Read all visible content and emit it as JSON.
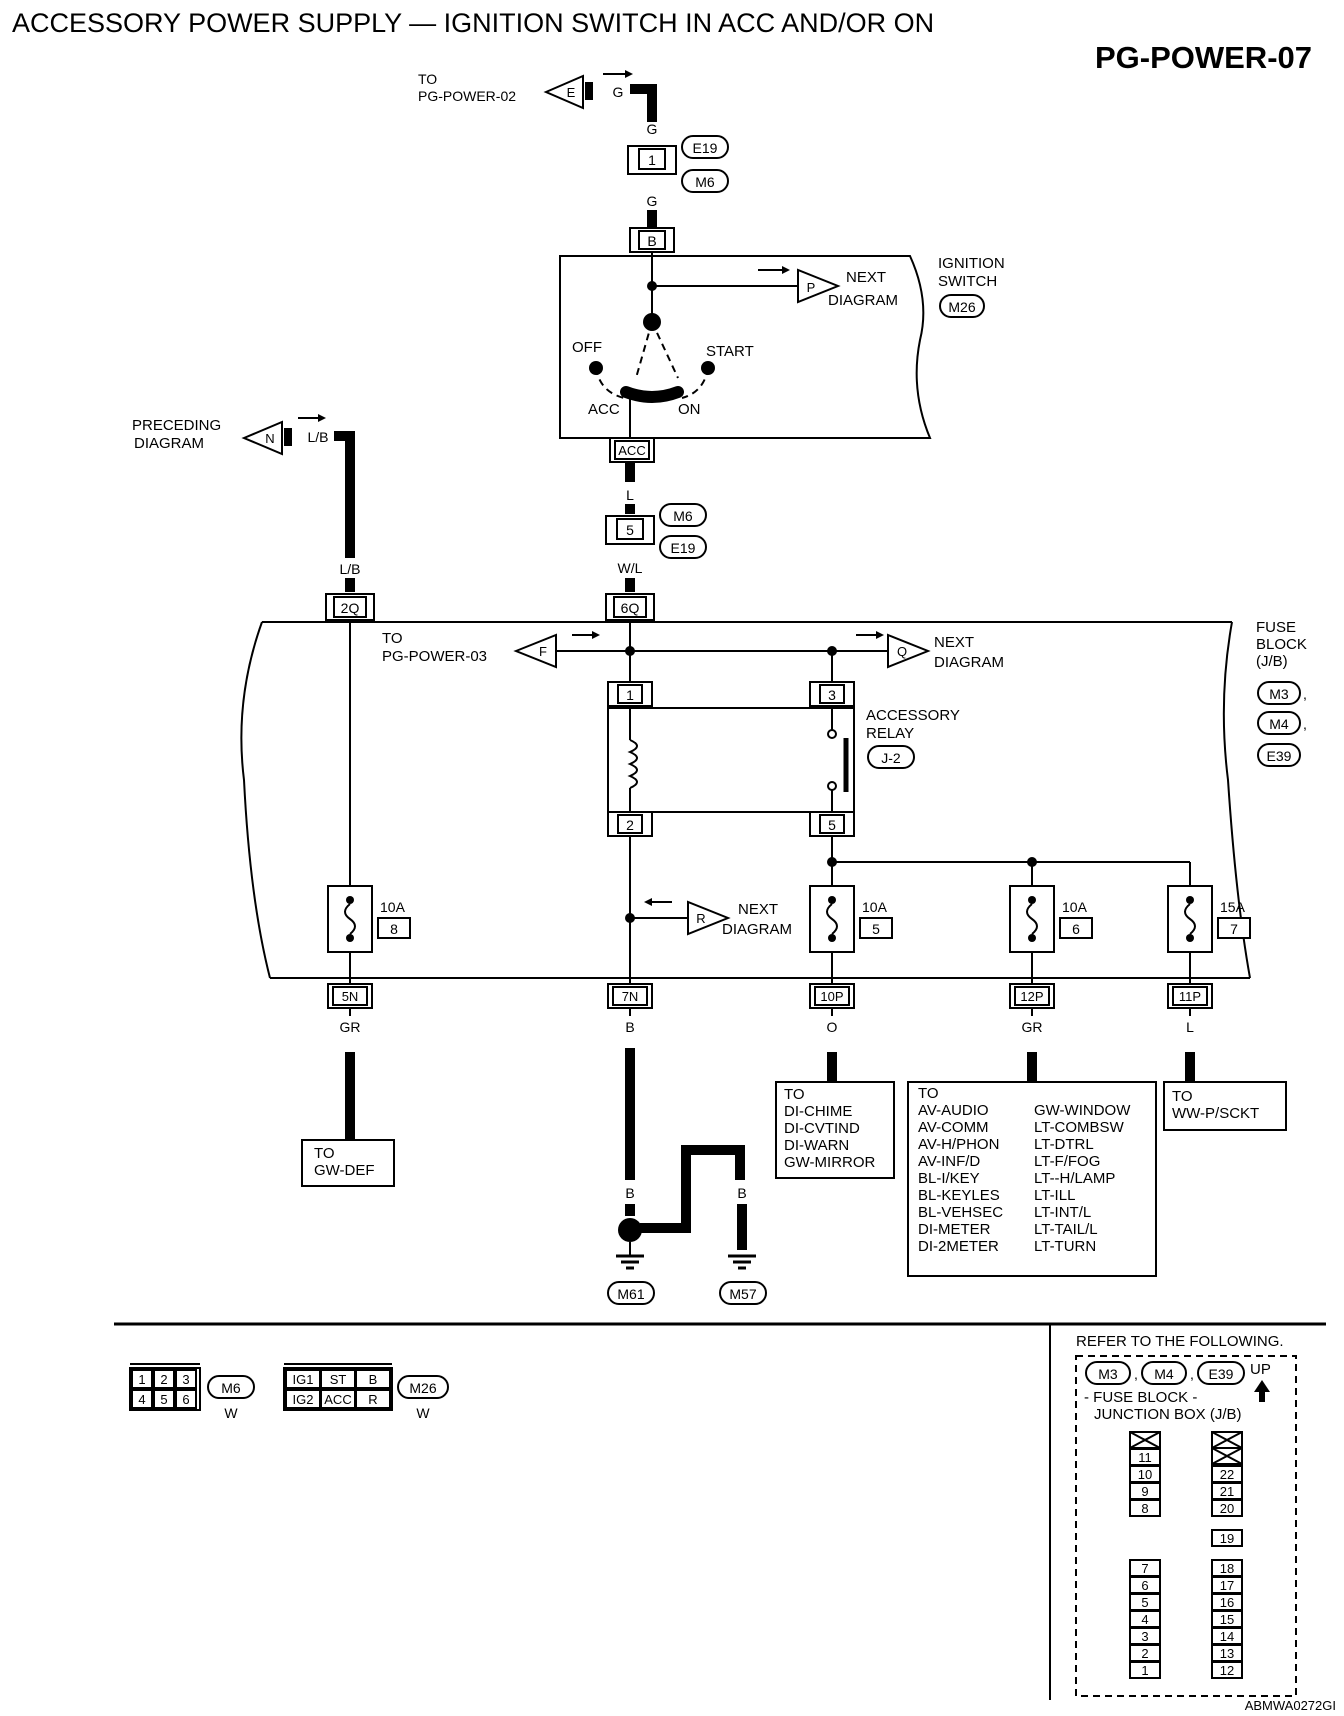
{
  "header": {
    "title": "ACCESSORY POWER SUPPLY — IGNITION SWITCH IN ACC AND/OR ON",
    "page_code": "PG-POWER-07"
  },
  "top_link": {
    "to": "TO",
    "page": "PG-POWER-02",
    "letter": "E",
    "wire": "G"
  },
  "connectors": {
    "e19_m6": {
      "pin": "1",
      "conn_a": "E19",
      "conn_b": "M6",
      "wire_above": "G",
      "wire_below": "G"
    },
    "m6_e19": {
      "pin": "5",
      "conn_a": "M6",
      "conn_b": "E19",
      "wire_above": "L",
      "wire_below": "W/L"
    }
  },
  "ignition_switch": {
    "name_line1": "IGNITION",
    "name_line2": "SWITCH",
    "conn": "M26",
    "terminal_b": "B",
    "terminal_acc": "ACC",
    "pos_off": "OFF",
    "pos_start": "START",
    "pos_acc": "ACC",
    "pos_on": "ON",
    "next_letter": "P",
    "next_line1": "NEXT",
    "next_line2": "DIAGRAM"
  },
  "preceding": {
    "line1": "PRECEDING",
    "line2": "DIAGRAM",
    "letter": "N",
    "wire": "L/B"
  },
  "fuse_block": {
    "line1": "FUSE",
    "line2": "BLOCK",
    "line3": "(J/B)",
    "conns": [
      "M3",
      "M4",
      "E39"
    ],
    "term_2q": "2Q",
    "term_6q": "6Q",
    "wire_2q": "L/B",
    "wire_6q": "W/L",
    "to_left": "TO",
    "page_left": "PG-POWER-03",
    "letter_f": "F",
    "letter_q": "Q",
    "next_q_line1": "NEXT",
    "next_q_line2": "DIAGRAM",
    "letter_r": "R",
    "next_r_line1": "NEXT",
    "next_r_line2": "DIAGRAM"
  },
  "relay": {
    "line1": "ACCESSORY",
    "line2": "RELAY",
    "code": "J-2",
    "pins": [
      "1",
      "3",
      "2",
      "5"
    ]
  },
  "fuses": [
    {
      "amp": "10A",
      "num": "8",
      "term": "5N",
      "wire": "GR"
    },
    {
      "amp": "10A",
      "num": "5",
      "term": "10P",
      "wire": "O"
    },
    {
      "amp": "10A",
      "num": "6",
      "term": "12P",
      "wire": "GR"
    },
    {
      "amp": "15A",
      "num": "7",
      "term": "11P",
      "wire": "L"
    }
  ],
  "ground_path": {
    "term": "7N",
    "wire": "B",
    "wire_b1": "B",
    "wire_b2": "B",
    "wire_b3": "B",
    "gnd1": "M61",
    "gnd2": "M57"
  },
  "destinations": {
    "gw_def": [
      "TO",
      "GW-DEF"
    ],
    "di_list": [
      "TO",
      "DI-CHIME",
      "DI-CVTIND",
      "DI-WARN",
      "GW-MIRROR"
    ],
    "big_left": [
      "TO",
      "AV-AUDIO",
      "AV-COMM",
      "AV-H/PHON",
      "AV-INF/D",
      "BL-I/KEY",
      "BL-KEYLES",
      "BL-VEHSEC",
      "DI-METER",
      "DI-2METER"
    ],
    "big_right": [
      "GW-WINDOW",
      "LT-COMBSW",
      "LT-DTRL",
      "LT-F/FOG",
      "LT--H/LAMP",
      "LT-ILL",
      "LT-INT/L",
      "LT-TAIL/L",
      "LT-TURN"
    ],
    "ww": [
      "TO",
      "WW-P/SCKT"
    ]
  },
  "legend_m6": {
    "cells": [
      "1",
      "2",
      "3",
      "4",
      "5",
      "6"
    ],
    "conn": "M6",
    "color": "W"
  },
  "legend_m26": {
    "cells": [
      "IG1",
      "ST",
      "B",
      "IG2",
      "ACC",
      "R"
    ],
    "conn": "M26",
    "color": "W"
  },
  "refer": {
    "title": "REFER TO THE FOLLOWING.",
    "conns": [
      "M3",
      "M4",
      "E39"
    ],
    "up": "UP",
    "label1": "- FUSE BLOCK -",
    "label2": "JUNCTION BOX (J/B)",
    "col_left_top": [
      "11",
      "10",
      "9",
      "8"
    ],
    "col_left_bottom": [
      "7",
      "6",
      "5",
      "4",
      "3",
      "2",
      "1"
    ],
    "col_right_top": [
      "22",
      "21",
      "20"
    ],
    "col_right_mid": [
      "19"
    ],
    "col_right_bottom": [
      "18",
      "17",
      "16",
      "15",
      "14",
      "13",
      "12"
    ]
  },
  "footer_code": "ABMWA0272GI"
}
